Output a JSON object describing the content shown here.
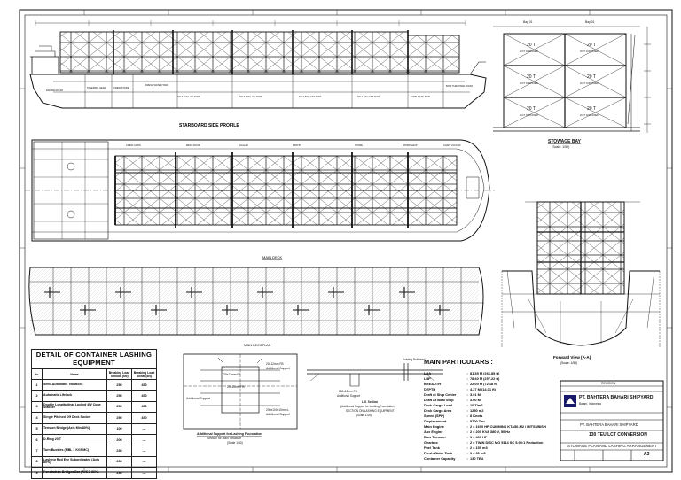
{
  "profile": {
    "title": "STARBOARD SIDE PROFILE",
    "spaces": [
      "ENGINE ROOM",
      "STEERING GEAR",
      "CREW STORE",
      "FRESH WATER TANK",
      "NO.4 FUEL OIL TANK",
      "NO.3 FUEL OIL TANK",
      "NO.2 BALLAST TANK",
      "NO.1 BALLAST TANK",
      "FORE PEAK TANK",
      "BOW THRUSTER ROOM"
    ]
  },
  "main_deck": {
    "title": "MAIN DECK",
    "spaces": [
      "CREW CABIN",
      "MESS ROOM",
      "GALLEY",
      "PANTRY",
      "STORE",
      "WORKSHOP",
      "CHAIN LOCKER"
    ]
  },
  "hull_section": {
    "title": "MAIN DECK PLAN"
  },
  "stowage_aft": {
    "title": "STOWAGE BAY",
    "scale": "(Scale: 1/50)",
    "bays": [
      "Bay 01",
      "Bay 01"
    ],
    "rows": [
      "20 T",
      "20 T",
      "20 T",
      "20 T",
      "20 T",
      "20 T"
    ],
    "labels": [
      "20 FT CONTAINER",
      "20 FT CONTAINER",
      "20 FT CONTAINER",
      "20 FT CONTAINER",
      "20 FT CONTAINER",
      "20 FT CONTAINER"
    ]
  },
  "forward_view": {
    "title": "Forward View (A-A)",
    "scale": "(Scale: 1/50)"
  },
  "lashing": {
    "title": "DETAIL OF CONTAINER LASHING EQUIPMENT",
    "headers": [
      "No.",
      "Name",
      "Breaking Load Tension (kN)",
      "Breaking Load Shear (kN)"
    ],
    "rows": [
      {
        "no": "1",
        "name": "Semi-Automatic Twistlock",
        "t": "250",
        "s": "450"
      },
      {
        "no": "2",
        "name": "Automatic Lifelock",
        "t": "250",
        "s": "450"
      },
      {
        "no": "3",
        "name": "Double Longitudinal Locked 4W Cone Stacker",
        "t": "250",
        "s": "450"
      },
      {
        "no": "4",
        "name": "Single Pitched Off Deck Socket",
        "t": "250",
        "s": "450"
      },
      {
        "no": "5",
        "name": "Tension Bridge (Axis Min 80%)",
        "t": "100",
        "s": "—"
      },
      {
        "no": "6",
        "name": "D-Ring 20 T",
        "t": "200",
        "s": "—"
      },
      {
        "no": "7",
        "name": "Turn Buckles (MBL 1 KGSMC)",
        "t": "230",
        "s": "—"
      },
      {
        "no": "8",
        "name": "Lashing Rod Eye Subordinated (Axis 80%)",
        "t": "230",
        "s": "—"
      },
      {
        "no": "9",
        "name": "Penetration Bridges Bar (AVEC 80%)",
        "t": "230",
        "s": "—"
      }
    ]
  },
  "support_detail": {
    "title": "Additional Support for Lashing Foundation",
    "subtitle": "Section for Main Structure",
    "scale": "(Scale 1/40)",
    "labels": [
      "20x12mm FB",
      "Additional Support",
      "20x12mm FB",
      "25x10mm FB",
      "200x100x10mm L",
      "Additional Support",
      "Additional Support"
    ]
  },
  "lug_detail": {
    "title": "L.S. Section",
    "subtitle": "(Additional Support for Lashing Foundation)",
    "note": "SECTION ON LASHING EQUIPMENT",
    "scale": "(Scale 1/20)",
    "labels": [
      "Existing Bulkhead",
      "200x12mm FB",
      "Additional Support"
    ]
  },
  "particulars": {
    "title": "MAIN PARTICULARS :",
    "rows": [
      {
        "k": "LOA",
        "v": "81.35 M (266.85 ft)"
      },
      {
        "k": "LBP",
        "v": "78.40 M (257.22 ft)"
      },
      {
        "k": "BREADTH",
        "v": "22.00 M (72.18 ft)"
      },
      {
        "k": "DEPTH",
        "v": "4.27 M (14.01 ft)"
      },
      {
        "k": "Draft at Ship Center",
        "v": "3.01 M"
      },
      {
        "k": "Draft At Boat Stop",
        "v": "3.00 M"
      },
      {
        "k": "Deck Cargo Load",
        "v": "10 T/m2"
      },
      {
        "k": "Deck Cargo Area",
        "v": "1250 m2"
      },
      {
        "k": "Speed (SPP)",
        "v": "8 Knots"
      },
      {
        "k": "Displacement",
        "v": "5700 Ton"
      },
      {
        "k": "Main Engine",
        "v": "2 x 1600 HP CUMMINS KTA50-M2 / MITSUBISHI 1800 RPM"
      },
      {
        "k": "Aux Engine",
        "v": "2 x 200 KVA 380 V, 50 Hz"
      },
      {
        "k": "Bow Thruster",
        "v": "1 x 400 HP"
      },
      {
        "k": "Gearbox",
        "v": "2 x TWIN DISC MG 5114 SC 5.95:1 Reduction"
      },
      {
        "k": "Fuel Tank",
        "v": "2 x 150 m3"
      },
      {
        "k": "Fresh Water Tank",
        "v": "1 x 60 m3"
      },
      {
        "k": "Container Capacity",
        "v": "130 TEU"
      }
    ]
  },
  "titleblock": {
    "revision": "REVISION",
    "company": "PT. BAHTERA BAHARI SHIPYARD",
    "address": "Batam, Indonesia",
    "company2": "PT. BAHTERA BAHARI SHIPYARD",
    "project": "130 TEU LCT CONVERSION",
    "drawing": "STOWAGE PLAN AND LASHING ARRANGEMENT",
    "sheet": "A3"
  }
}
